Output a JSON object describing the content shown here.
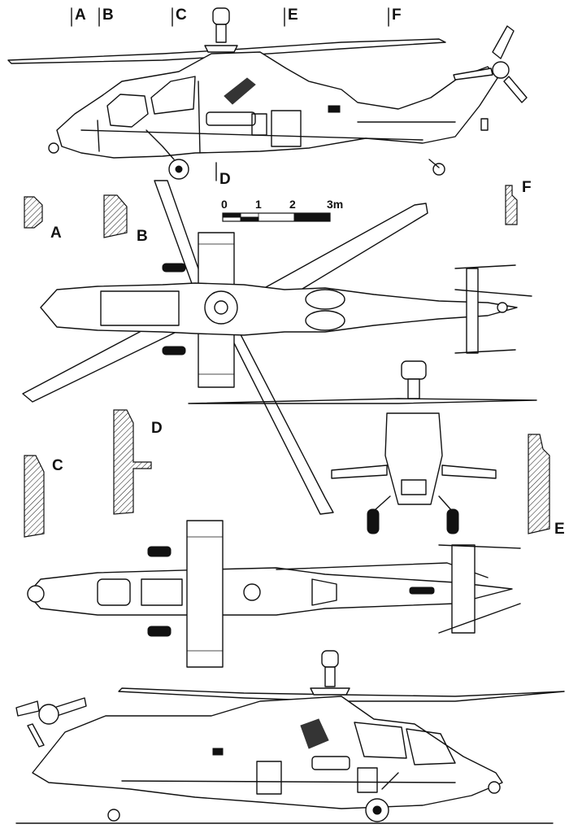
{
  "section_markers": {
    "A": "A",
    "B": "B",
    "C": "C",
    "D": "D",
    "E": "E",
    "F": "F"
  },
  "section_labels": {
    "A": "A",
    "B": "B",
    "C": "C",
    "D": "D",
    "E": "E",
    "F": "F"
  },
  "scale_bar": {
    "ticks": [
      "0",
      "1",
      "2",
      "3m"
    ]
  },
  "views": {
    "side_left": "side-view-left",
    "top": "top-view",
    "front": "front-view",
    "bottom": "bottom-view",
    "side_right": "side-view-right"
  },
  "colors": {
    "ink": "#111111",
    "paper": "#ffffff"
  }
}
